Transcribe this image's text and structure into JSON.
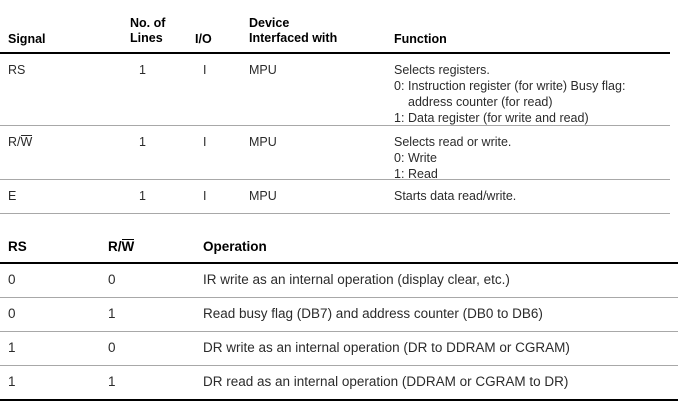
{
  "signal_table": {
    "headers": {
      "signal": "Signal",
      "lines": "No. of\nLines",
      "io": "I/O",
      "device": "Device\nInterfaced with",
      "function": "Function"
    },
    "rows": [
      {
        "signal_pre": "RS",
        "signal_over": "",
        "signal_post": "",
        "lines": "1",
        "io": "I",
        "device": "MPU",
        "function_lines": [
          {
            "lead": "",
            "text": "Selects registers."
          },
          {
            "lead": "0:",
            "text": "Instruction register (for write) Busy flag:"
          },
          {
            "lead": "",
            "text": "address counter (for read)",
            "indent": true
          },
          {
            "lead": "1:",
            "text": "Data register (for write and read)"
          }
        ]
      },
      {
        "signal_pre": "R/",
        "signal_over": "W",
        "signal_post": "",
        "lines": "1",
        "io": "I",
        "device": "MPU",
        "function_lines": [
          {
            "lead": "",
            "text": "Selects read or write."
          },
          {
            "lead": "0:",
            "text": "Write"
          },
          {
            "lead": "1:",
            "text": "Read"
          }
        ]
      },
      {
        "signal_pre": "E",
        "signal_over": "",
        "signal_post": "",
        "lines": "1",
        "io": "I",
        "device": "MPU",
        "function_lines": [
          {
            "lead": "",
            "text": "Starts data read/write."
          }
        ]
      }
    ]
  },
  "operation_table": {
    "headers": {
      "rs": "RS",
      "rw_pre": "R/",
      "rw_over": "W",
      "operation": "Operation"
    },
    "rows": [
      {
        "rs": "0",
        "rw": "0",
        "operation": "IR write as an internal operation (display clear, etc.)"
      },
      {
        "rs": "0",
        "rw": "1",
        "operation": "Read busy flag (DB7) and address counter (DB0 to DB6)"
      },
      {
        "rs": "1",
        "rw": "0",
        "operation": "DR write as an internal operation (DR to DDRAM or CGRAM)"
      },
      {
        "rs": "1",
        "rw": "1",
        "operation": "DR read as an internal operation (DDRAM or CGRAM to DR)"
      }
    ]
  },
  "colors": {
    "background": "#ffffff",
    "text": "#2b2b2b",
    "heading_text": "#000000",
    "rule_heavy": "#000000",
    "rule_light": "#a8a8a8"
  }
}
